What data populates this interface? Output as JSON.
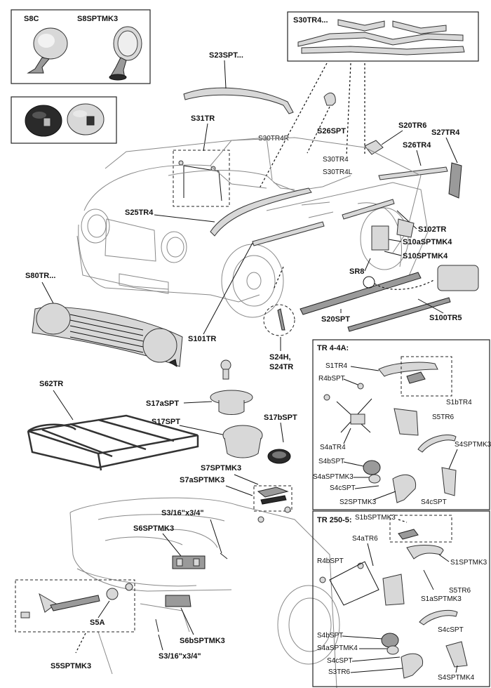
{
  "labels": {
    "s8c": "S8C",
    "s8sptmk3": "S8SPTMK3",
    "s30tr4_top": "S30TR4...",
    "s23spt": "S23SPT...",
    "s31tr": "S31TR",
    "s26spt": "S26SPT",
    "s20tr6": "S20TR6",
    "s27tr4": "S27TR4",
    "s26tr4": "S26TR4",
    "s30tr4r": "S30TR4R",
    "s30tr4": "S30TR4",
    "s30tr4l": "S30TR4L",
    "s25tr4": "S25TR4",
    "s102tr": "S102TR",
    "s10asptmk4": "S10aSPTMK4",
    "s10sptmk4": "S10SPTMK4",
    "sr8": "SR8",
    "s80tr": "S80TR...",
    "s20spt": "S20SPT",
    "s100tr5": "S100TR5",
    "s101tr": "S101TR",
    "s24h": "S24H,",
    "s24tr": "S24TR",
    "s62tr": "S62TR",
    "s17aspt": "S17aSPT",
    "s17spt": "S17SPT",
    "s17bspt": "S17bSPT",
    "s7sptmk3": "S7SPTMK3",
    "s7asptmk3": "S7aSPTMK3",
    "bolt_top": "S3/16\"x3/4\"",
    "s6sptmk3": "S6SPTMK3",
    "s5a": "S5A",
    "s6bsptmk3": "S6bSPTMK3",
    "bolt_bottom": "S3/16\"x3/4\"",
    "s5sptmk3": "S5SPTMK3"
  },
  "tr4_panel": {
    "title": "TR 4-4A:",
    "s1tr4": "S1TR4",
    "r4bspt": "R4bSPT",
    "s1btr4": "S1bTR4",
    "s5tr6": "S5TR6",
    "s4atr4": "S4aTR4",
    "s4sptmk3": "S4SPTMK3",
    "s4bspt": "S4bSPT",
    "s4asptmk3": "S4aSPTMK3",
    "s4cspt": "S4cSPT",
    "s2sptmk3": "S2SPTMK3",
    "s4cspt2": "S4cSPT"
  },
  "tr250_panel": {
    "title": "TR 250-5:",
    "s1bsptmk3": "S1bSPTMK3",
    "s4atr6": "S4aTR6",
    "r4bspt": "R4bSPT",
    "s1sptmk3": "S1SPTMK3",
    "s1asptmk3": "S1aSPTMK3",
    "s5tr6": "S5TR6",
    "s4cspt": "S4cSPT",
    "s4bspt": "S4bSPT",
    "s4asptmk4": "S4aSPTMK4",
    "s4cspt2": "S4cSPT",
    "s3tr6": "S3TR6",
    "s4sptmk4": "S4SPTMK4"
  }
}
